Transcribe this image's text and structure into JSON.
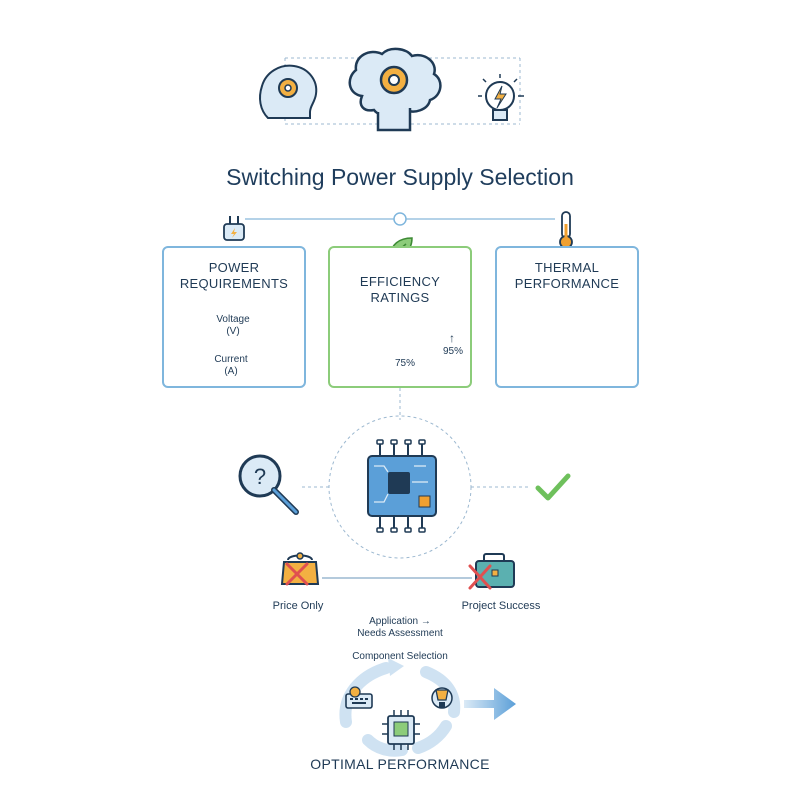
{
  "title": "Switching Power Supply Selection",
  "cards": {
    "power": {
      "title_line1": "POWER",
      "title_line2": "REQUIREMENTS",
      "voltage_label": "Voltage",
      "voltage_unit": "(V)",
      "current_label": "Current",
      "current_unit": "(A)"
    },
    "efficiency": {
      "title_line1": "EFFICIENCY",
      "title_line2": "RATINGS",
      "bar_value_label": "75%",
      "target_label": "95%",
      "arrow": "↑",
      "bar_fill_fraction": 0.75
    },
    "thermal": {
      "title_line1": "THERMAL",
      "title_line2": "PERFORMANCE"
    }
  },
  "decisions": {
    "price_only": "Price Only",
    "project_success": "Project Success"
  },
  "cycle": {
    "step1_line1": "Application →",
    "step1_line2": "Needs Assessment",
    "step2": "Component Selection",
    "result": "OPTIMAL PERFORMANCE"
  },
  "icons": [
    "brain-gear-icon",
    "lightbulb-bolt-icon",
    "plug-icon",
    "leaf-icon",
    "thermometer-icon",
    "battery-icon",
    "fan-icon",
    "chip-icon",
    "chart-icon",
    "magnifier-question-icon",
    "checkmark-icon",
    "purse-icon",
    "briefcase-icon",
    "cross-icon",
    "trophy-icon",
    "arrow-right-icon"
  ],
  "colors": {
    "blue": "#7fb6dd",
    "green": "#8ccc7a",
    "navy": "#1f3a55",
    "orange": "#f0a030",
    "red": "#e05050"
  }
}
